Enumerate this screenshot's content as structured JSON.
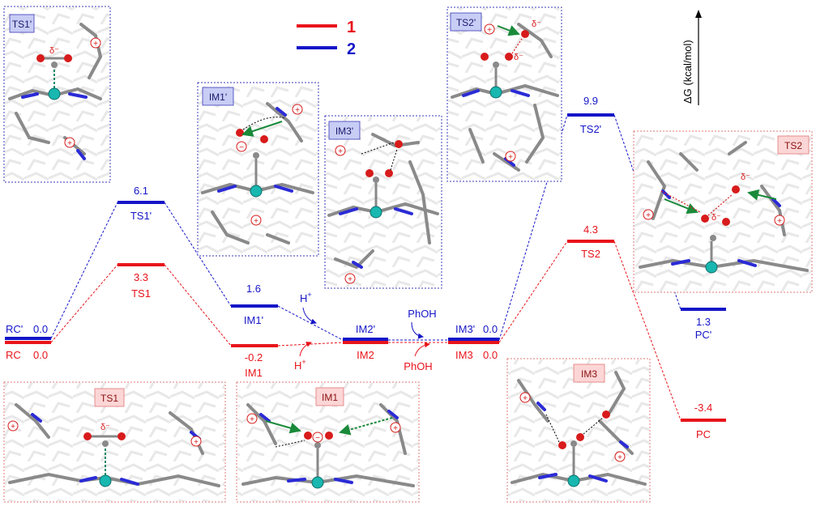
{
  "legend": {
    "series1_label": "1",
    "series2_label": "2",
    "series1_color": "#e8141b",
    "series2_color": "#1515c8"
  },
  "axis": {
    "label": "ΔG (kcal/mol)"
  },
  "levels": {
    "rc_prime_name": "RC'",
    "rc_prime_value": "0.0",
    "rc_name": "RC",
    "rc_value": "0.0",
    "ts1_prime_value": "6.1",
    "ts1_prime_name": "TS1'",
    "ts1_value": "3.3",
    "ts1_name": "TS1",
    "im1_prime_value": "1.6",
    "im1_prime_name": "IM1'",
    "im1_value": "-0.2",
    "im1_name": "IM1",
    "im2_prime_name": "IM2'",
    "im2_name": "IM2",
    "im3_prime_name": "IM3'",
    "im3_prime_value": "0.0",
    "im3_name": "IM3",
    "im3_value": "0.0",
    "ts2_prime_value": "9.9",
    "ts2_prime_name": "TS2'",
    "ts2_value": "4.3",
    "ts2_name": "TS2",
    "pc_prime_value": "1.3",
    "pc_prime_name": "PC'",
    "pc_value": "-3.4",
    "pc_name": "PC"
  },
  "steps": {
    "proton_top": "H",
    "proton_top_sup": "+",
    "proton_bottom": "H",
    "proton_bottom_sup": "+",
    "phoh_top": "PhOH",
    "phoh_bottom": "PhOH"
  },
  "insets": {
    "ts1_prime": "TS1'",
    "im1_prime": "IM1'",
    "im3_prime": "IM3'",
    "ts2_prime": "TS2'",
    "ts2": "TS2",
    "ts1": "TS1",
    "im1": "IM1",
    "im3": "IM3",
    "delta_minus": "δ⁻",
    "minus_sign": "−",
    "plus_sign": "+"
  },
  "energies_kcal_mol": {
    "pathway_1": {
      "RC": 0.0,
      "TS1": 3.3,
      "IM1": -0.2,
      "IM2": null,
      "IM3": 0.0,
      "TS2": 4.3,
      "PC": -3.4
    },
    "pathway_2": {
      "RC'": 0.0,
      "TS1'": 6.1,
      "IM1'": 1.6,
      "IM2'": null,
      "IM3'": 0.0,
      "TS2'": 9.9,
      "PC'": 1.3
    }
  }
}
